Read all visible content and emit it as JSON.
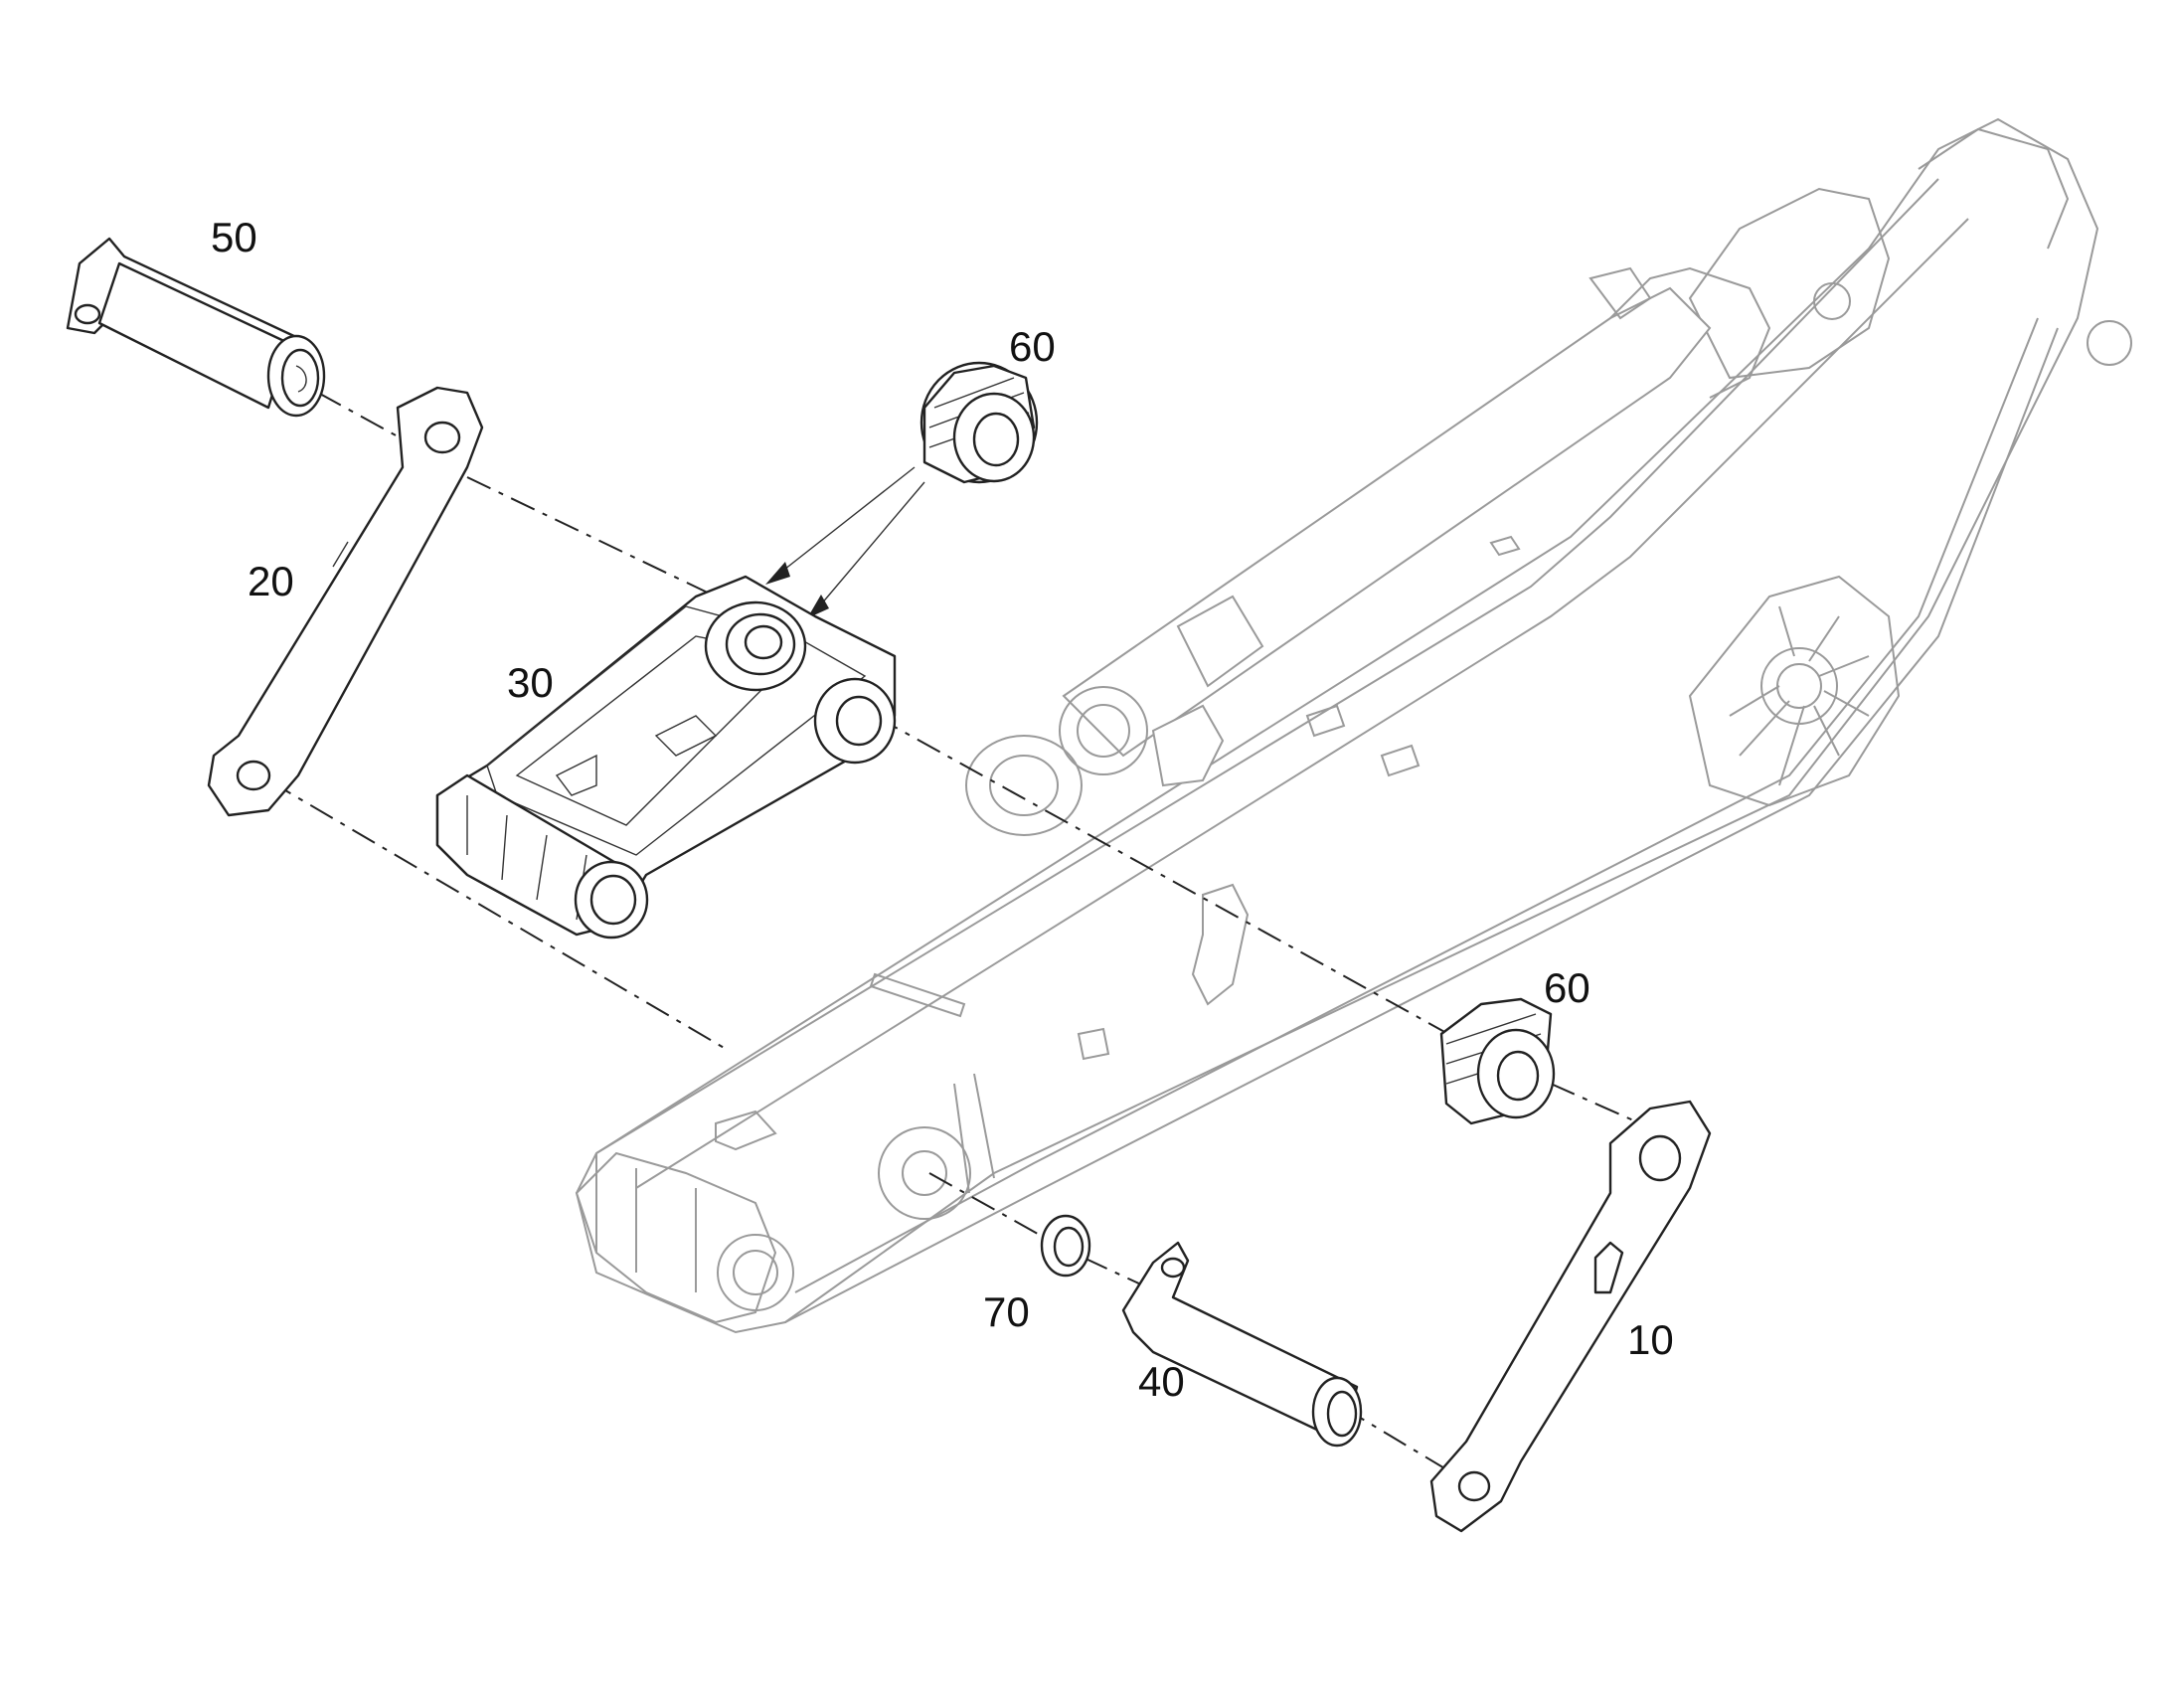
{
  "diagram": {
    "callouts": {
      "c10": "10",
      "c20": "20",
      "c30": "30",
      "c40": "40",
      "c50": "50",
      "c60a": "60",
      "c60b": "60",
      "c70": "70"
    }
  }
}
